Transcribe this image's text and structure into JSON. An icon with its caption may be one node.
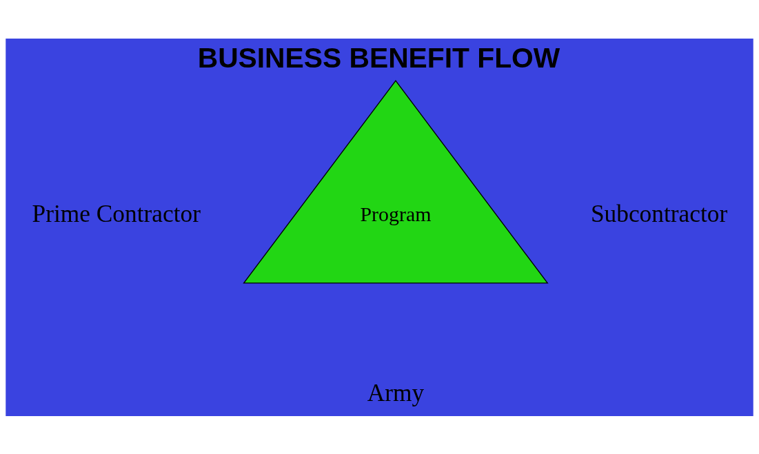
{
  "diagram": {
    "title": "BUSINESS BENEFIT FLOW",
    "nodes": [
      {
        "text": [
          "Program"
        ]
      }
    ],
    "labels": [
      "Prime Contractor",
      "Subcontractor",
      "Army"
    ]
  }
}
